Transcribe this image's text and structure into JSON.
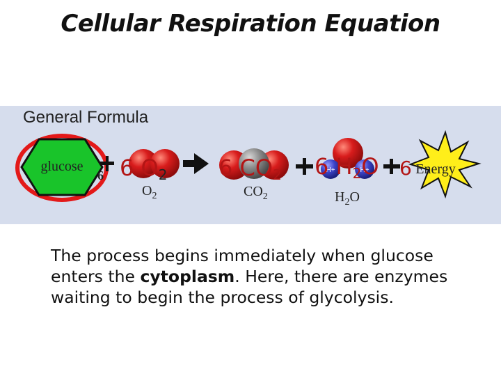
{
  "title": "Cellular Respiration Equation",
  "section_label": "General Formula",
  "equation": {
    "glucose_label": "glucose",
    "glucose_coef": "6",
    "o2_big": "6 O",
    "o2_big_sub": "2",
    "o2_caption": "O",
    "o2_caption_sub": "2",
    "co2_big": "6 CO",
    "co2_big_sub": "2",
    "co2_caption": "CO",
    "co2_caption_sub": "2",
    "h2o_big": "6 H",
    "h2o_big_sub": "2",
    "h2o_big_tail": "O",
    "h_ion": "H+",
    "h2o_caption": "H",
    "h2o_caption_sub": "2",
    "h2o_caption_tail": "O",
    "energy_label": "Energy",
    "energy_coef": "6",
    "colors": {
      "glucose": "#19c42a",
      "ring": "#e31919",
      "oxygen": "#d81c1c",
      "carbon": "#8a8a8a",
      "hydrogen": "#3d44c9",
      "energy": "#ffee1a",
      "band": "#d6dded"
    }
  },
  "paragraph": {
    "before": "The process begins immediately when glucose enters the ",
    "bold": "cytoplasm",
    "after": ".  Here, there are enzymes waiting to begin the process of glycolysis."
  }
}
